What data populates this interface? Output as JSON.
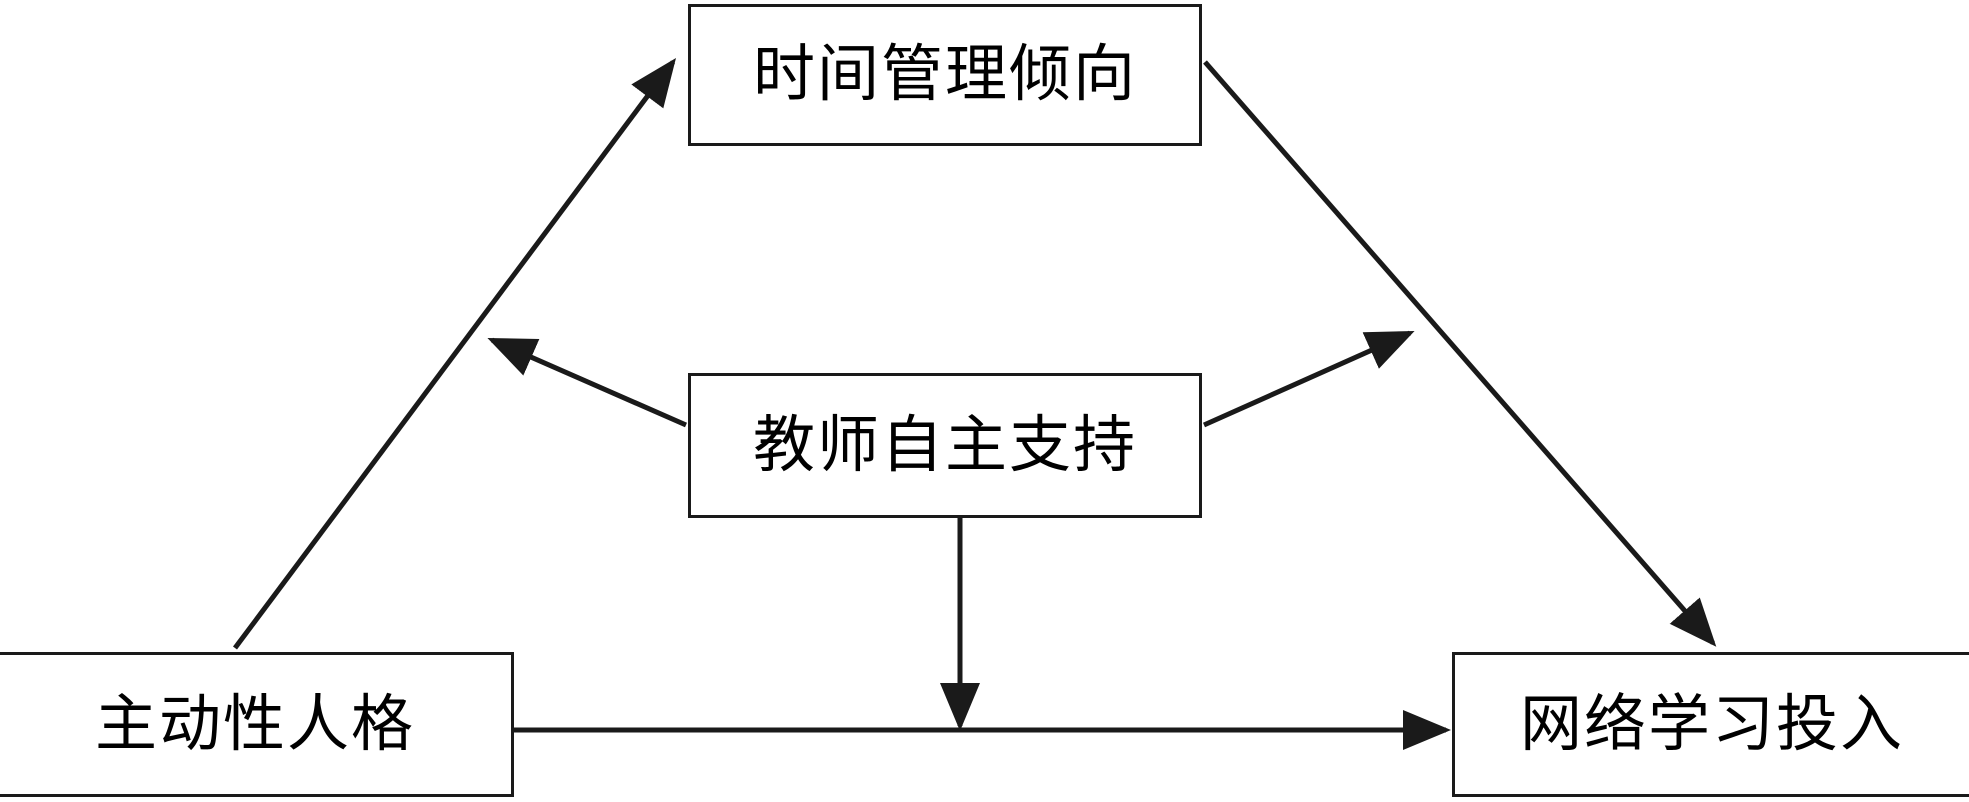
{
  "diagram": {
    "title": "",
    "background_color": "#ffffff",
    "line_color": "#1a1a1a",
    "text_color": "#000000",
    "nodes": [
      {
        "id": "time-management",
        "label": "时间管理倾向",
        "role": "mediator"
      },
      {
        "id": "teacher-support",
        "label": "教师自主支持",
        "role": "moderator"
      },
      {
        "id": "proactive-personality",
        "label": "主动性人格",
        "role": "predictor"
      },
      {
        "id": "learning-engagement",
        "label": "网络学习投入",
        "role": "outcome"
      }
    ],
    "edges": [
      {
        "id": "edge-proactive-to-time",
        "from": "proactive-personality",
        "to": "time-management",
        "kind": "direct-path",
        "arrow": "single"
      },
      {
        "id": "edge-time-to-engagement",
        "from": "time-management",
        "to": "learning-engagement",
        "kind": "direct-path",
        "arrow": "single"
      },
      {
        "id": "edge-proactive-to-engagement",
        "from": "proactive-personality",
        "to": "learning-engagement",
        "kind": "direct-path",
        "arrow": "single"
      },
      {
        "id": "edge-support-moderates-a-path",
        "from": "teacher-support",
        "to": "edge-proactive-to-time",
        "kind": "moderation",
        "arrow": "single"
      },
      {
        "id": "edge-support-moderates-b-path",
        "from": "teacher-support",
        "to": "edge-time-to-engagement",
        "kind": "moderation",
        "arrow": "single"
      },
      {
        "id": "edge-support-moderates-c-path",
        "from": "teacher-support",
        "to": "edge-proactive-to-engagement",
        "kind": "moderation",
        "arrow": "single"
      }
    ]
  }
}
